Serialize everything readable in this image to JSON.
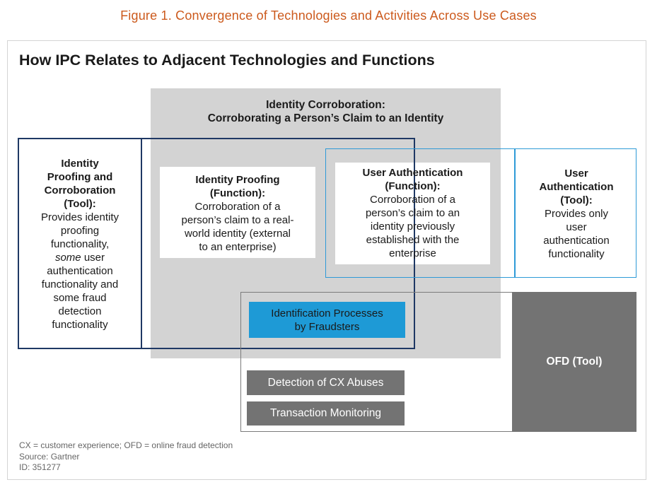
{
  "figure_caption": "Figure 1. Convergence of Technologies and Activities Across Use Cases",
  "diagram_title": "How IPC Relates to Adjacent Technologies and Functions",
  "identity_corroboration": {
    "line1": "Identity Corroboration:",
    "line2": "Corroborating a Person’s Claim to an Identity"
  },
  "identity_proofing_corroboration_tool": {
    "title_lines": [
      "Identity",
      "Proofing and",
      "Corroboration",
      "(Tool):"
    ],
    "desc_lines": [
      "Provides identity",
      "proofing",
      "functionality,"
    ],
    "desc_emph": "some",
    "desc_emph_rest": " user",
    "desc_tail_lines": [
      "authentication",
      "functionality and",
      "some fraud",
      "detection",
      "functionality"
    ]
  },
  "identity_proofing_function": {
    "title_lines": [
      "Identity Proofing",
      "(Function):"
    ],
    "desc_lines": [
      "Corroboration of a",
      "person’s claim to a real-",
      "world identity (external",
      "to an enterprise)"
    ]
  },
  "user_authentication_function": {
    "title_lines": [
      "User Authentication",
      "(Function):"
    ],
    "desc_lines": [
      "Corroboration of a",
      "person’s claim to an",
      "identity previously",
      "established with the",
      "enterprise"
    ]
  },
  "user_authentication_tool": {
    "title_lines": [
      "User",
      "Authentication",
      "(Tool):"
    ],
    "desc_lines": [
      "Provides only",
      "user",
      "authentication",
      "functionality"
    ]
  },
  "fraudsters_box": {
    "lines": [
      "Identification Processes",
      "by Fraudsters"
    ]
  },
  "cx_abuses": "Detection of CX Abuses",
  "transaction_monitoring": "Transaction Monitoring",
  "ofd_tool": "OFD (Tool)",
  "footnotes": {
    "abbrev": "CX = customer experience; OFD = online fraud detection",
    "source": "Source: Gartner",
    "id": "ID: 351277"
  },
  "colors": {
    "caption": "#cc5a1d",
    "navy_outline": "#1f3864",
    "blue_outline": "#2e9ad7",
    "fraud_fill": "#1e9ad6",
    "gray_area": "#d3d3d3",
    "dark_gray": "#737373"
  }
}
